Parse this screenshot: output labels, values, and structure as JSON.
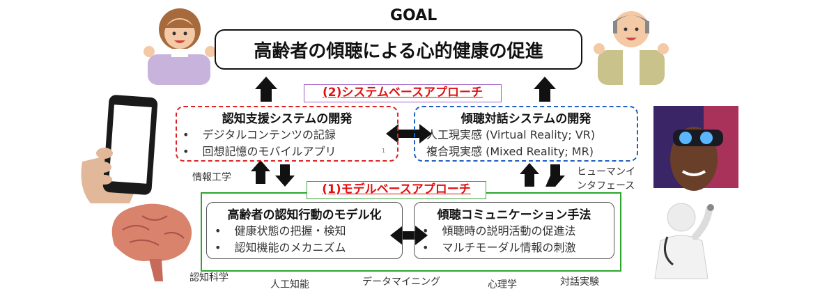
{
  "goal": {
    "title": "GOAL",
    "main": "高齢者の傾聴による心的健康の促進"
  },
  "approach_system": "(2)システムベースアプローチ",
  "approach_model": "(1)モデルベースアプローチ",
  "cognitive_support": {
    "title": "認知支援システムの開発",
    "items": [
      "デジタルコンテンツの記録",
      "回想記憶のモバイルアプリ"
    ]
  },
  "listening_dialog": {
    "title": "傾聴対話システムの開発",
    "items": [
      "人工現実感 (Virtual Reality; VR)",
      "複合現実感 (Mixed Reality; MR)"
    ]
  },
  "cognitive_model": {
    "title": "高齢者の認知行動のモデル化",
    "items": [
      "健康状態の把握・検知",
      "認知機能のメカニズム"
    ]
  },
  "communication": {
    "title": "傾聴コミュニケーション手法",
    "items": [
      "傾聴時の説明活動の促進法",
      "マルチモーダル情報の刺激"
    ]
  },
  "small_mark": "1",
  "bullet": "•",
  "fields": {
    "info_eng": "情報工学",
    "hi_1": "ヒューマンイ",
    "hi_2": "ンタフェース",
    "cog_sci": "認知科学",
    "ai": "人工知能",
    "data_mining": "データマイニング",
    "psychology": "心理学",
    "dialog_exp": "対話実験"
  },
  "colors": {
    "red_dashed": "#e02020",
    "blue_dashed": "#1f5fbf",
    "green_frame": "#2aa62a",
    "approach_text": "#e01010",
    "approach_border": "#a05fc9"
  }
}
